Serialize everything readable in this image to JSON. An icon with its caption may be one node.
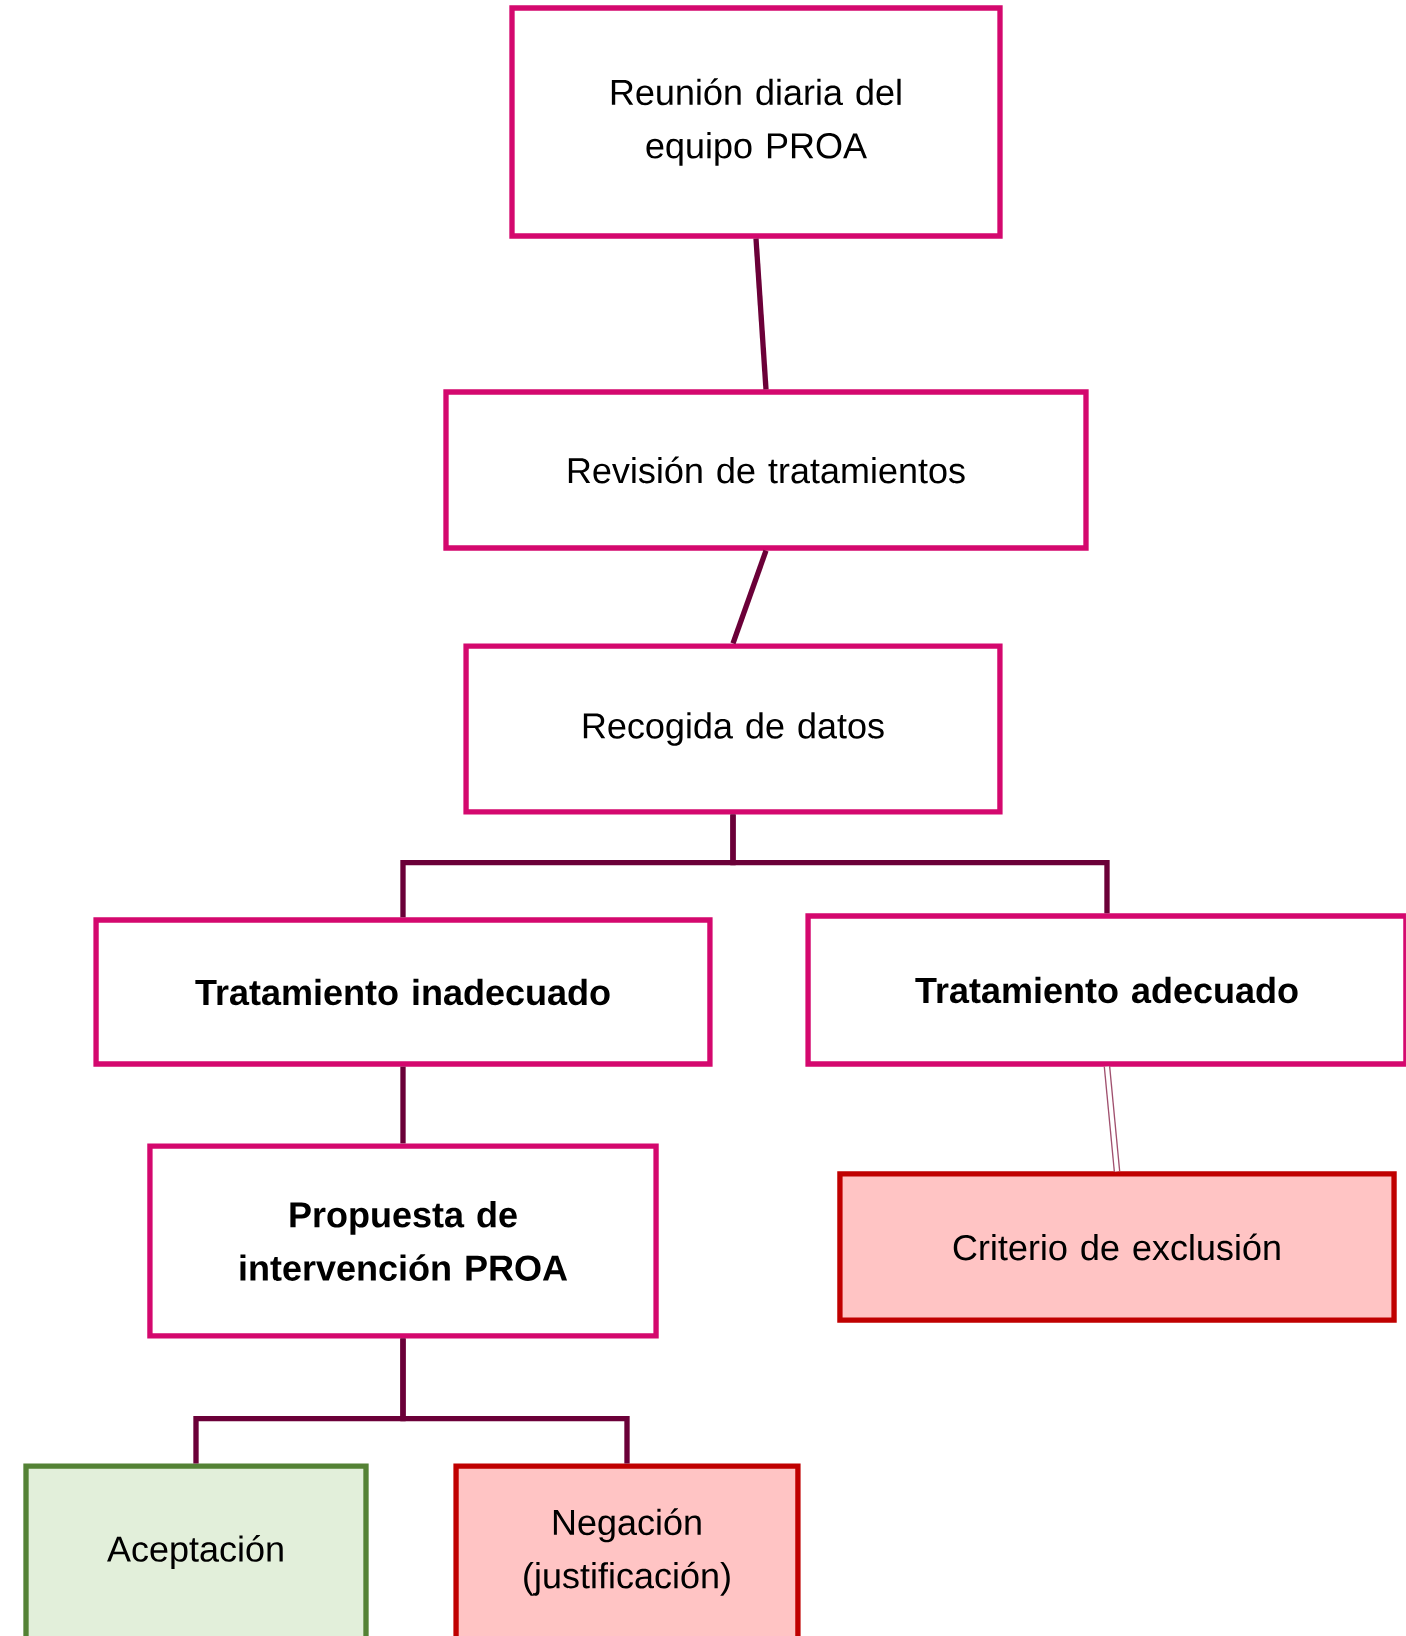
{
  "diagram": {
    "nodes": [
      {
        "text": [
          "Reunión diaria del equipo PROA"
        ]
      },
      {
        "text": [
          "Revisión de tratamientos"
        ]
      },
      {
        "text": [
          "Recogida de datos"
        ]
      },
      {
        "text": [
          "Tratamiento inadecuado"
        ]
      },
      {
        "text": [
          "Tratamiento adecuado"
        ]
      },
      {
        "text": [
          "Propuesta  de intervención PROA"
        ]
      },
      {
        "text": [
          "Criterio de exclusión"
        ]
      },
      {
        "text": [
          "Aceptación"
        ]
      },
      {
        "text": [
          "Negación (justificación)"
        ]
      }
    ],
    "edges": [
      {
        "from": 0,
        "to": 1,
        "arrow": "none"
      },
      {
        "from": 1,
        "to": 2,
        "arrow": "none"
      },
      {
        "from": 2,
        "to": 3,
        "arrow": "none"
      },
      {
        "from": 2,
        "to": 4,
        "arrow": "none"
      },
      {
        "from": 4,
        "to": 6,
        "arrow": "none",
        "color": "#a0506e"
      },
      {
        "from": 3,
        "to": 5,
        "arrow": "none"
      },
      {
        "from": 5,
        "to": 7,
        "arrow": "none"
      },
      {
        "from": 5,
        "to": 8,
        "arrow": "none"
      }
    ]
  }
}
